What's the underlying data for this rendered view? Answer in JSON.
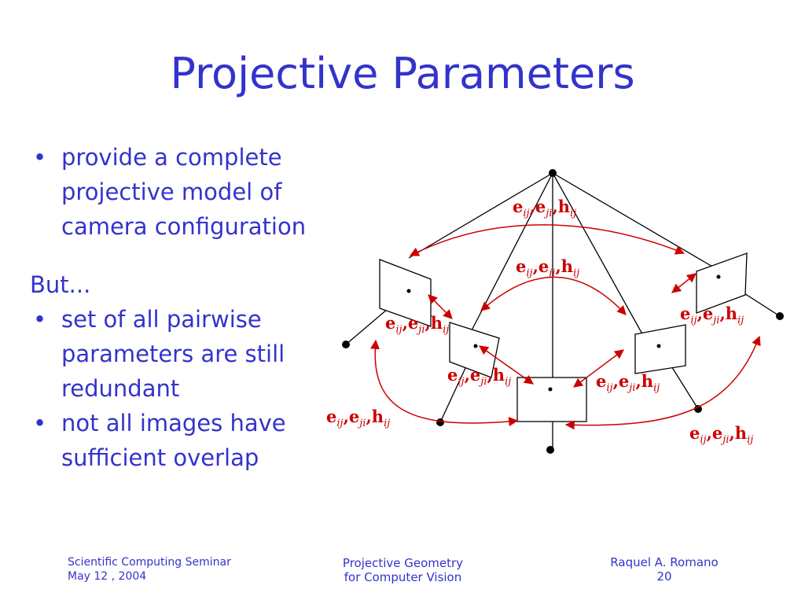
{
  "slide": {
    "title": "Projective Parameters",
    "bullets_top": [
      "provide a complete projective model of camera configuration"
    ],
    "plain_text": "But...",
    "bullets_bottom": [
      "set of all pairwise parameters are still redundant",
      "not all images have sufficient overlap"
    ]
  },
  "footer": {
    "left_line1": "Scientific Computing Seminar",
    "left_line2": "May 12 , 2004",
    "center_line1": "Projective Geometry",
    "center_line2": "for Computer Vision",
    "right_line1": "Raquel A. Romano",
    "right_line2": "20"
  },
  "diagram": {
    "label_base_e": "e",
    "label_sep": ",",
    "label_base_h": "h",
    "sub_ij": "ij",
    "sub_ji": "ji",
    "line_color": "#000000",
    "arrow_color": "#cc0000"
  }
}
